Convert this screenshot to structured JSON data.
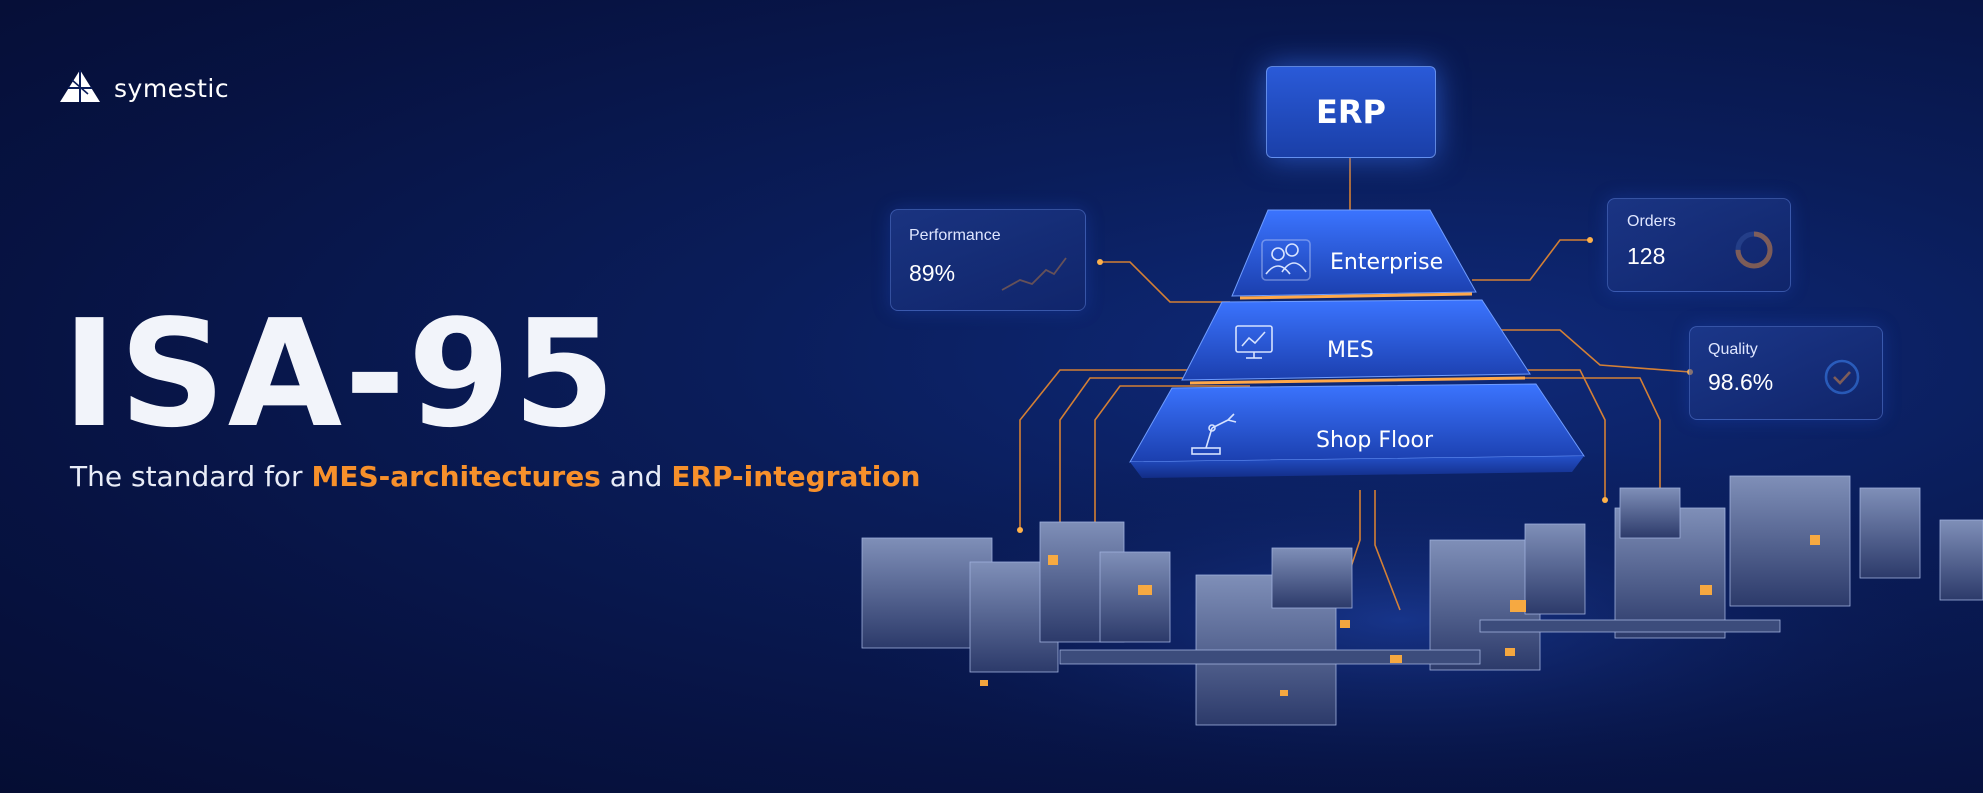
{
  "brand": {
    "name": "symestic"
  },
  "hero": {
    "title": "ISA-95",
    "subtitle_pre": "The standard for ",
    "subtitle_hl1": "MES-architectures",
    "subtitle_mid": " and ",
    "subtitle_hl2": "ERP-integration"
  },
  "pyramid": {
    "top": "ERP",
    "tiers": [
      "Enterprise",
      "MES",
      "Shop Floor"
    ]
  },
  "kpis": {
    "performance": {
      "label": "Performance",
      "value": "89%",
      "icon": "trend-up-icon"
    },
    "orders": {
      "label": "Orders",
      "value": "128",
      "icon": "donut-ring-icon",
      "fill": 0.75
    },
    "quality": {
      "label": "Quality",
      "value": "98.6%",
      "icon": "check-circle-icon"
    }
  },
  "colors": {
    "accent": "#f7902b",
    "background": "#071343",
    "pyramid_blue": "#2b5fe0"
  }
}
